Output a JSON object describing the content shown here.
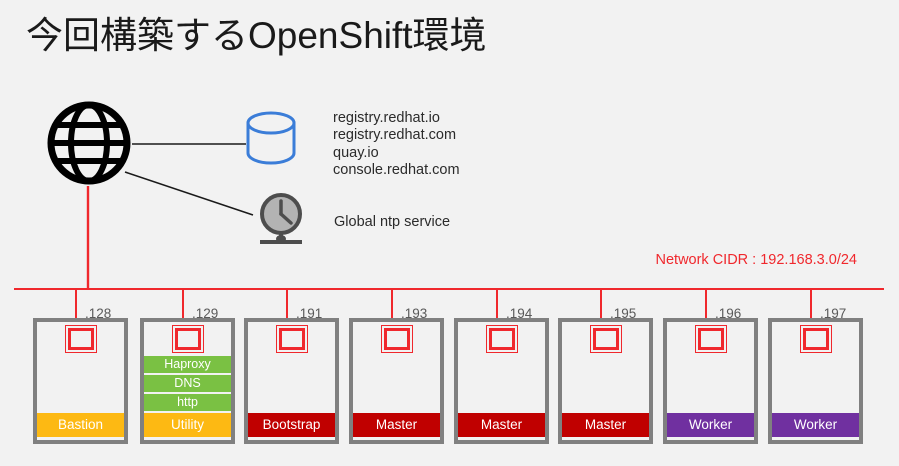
{
  "page": {
    "title": "今回構築するOpenShift環境",
    "background": "#f2f2f2"
  },
  "external_services": {
    "globe_icon": "globe-icon",
    "registry_icon": "database-cylinder-icon",
    "registry_endpoints": [
      "registry.redhat.io",
      "registry.redhat.com",
      "quay.io",
      "console.redhat.com"
    ],
    "ntp_icon": "clock-icon",
    "ntp_label": "Global ntp service"
  },
  "network": {
    "cidr_label": "Network CIDR : 192.168.3.0/24",
    "cidr_color": "#f0282d",
    "bus_color": "#f0282d"
  },
  "colors": {
    "service_green": "#7ac143",
    "role_orange": "#fdb913",
    "role_red": "#c00000",
    "role_purple": "#7030a0",
    "node_border": "#808080",
    "nic_red": "#f0282d",
    "db_blue": "#3b7dd8",
    "clock_gray": "#4d4d4d"
  },
  "nodes": [
    {
      "octet": ".128",
      "role": "Bastion",
      "role_class": "role-bastion",
      "services": []
    },
    {
      "octet": ".129",
      "role": "Utility",
      "role_class": "role-utility",
      "services": [
        "Haproxy",
        "DNS",
        "http"
      ]
    },
    {
      "octet": ".191",
      "role": "Bootstrap",
      "role_class": "role-bootstrap",
      "services": []
    },
    {
      "octet": ".193",
      "role": "Master",
      "role_class": "role-master",
      "services": []
    },
    {
      "octet": ".194",
      "role": "Master",
      "role_class": "role-master",
      "services": []
    },
    {
      "octet": ".195",
      "role": "Master",
      "role_class": "role-master",
      "services": []
    },
    {
      "octet": ".196",
      "role": "Worker",
      "role_class": "role-worker",
      "services": []
    },
    {
      "octet": ".197",
      "role": "Worker",
      "role_class": "role-worker",
      "services": []
    }
  ]
}
